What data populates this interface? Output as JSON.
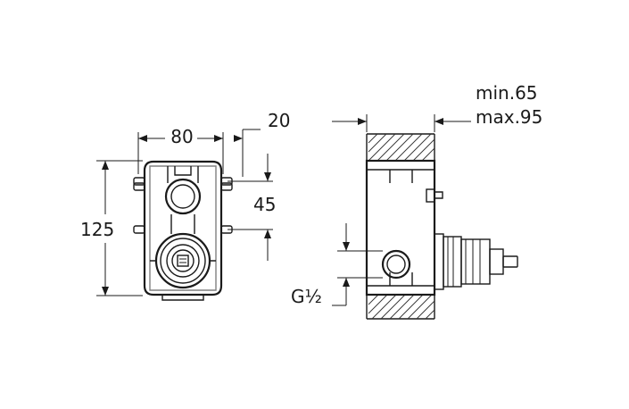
{
  "front_view": {
    "width_label": "80",
    "offset_label": "20",
    "height_label": "125",
    "spacing_label": "45"
  },
  "side_view": {
    "depth_min_label": "min.65",
    "depth_max_label": "max.95",
    "thread_label": "G½"
  }
}
